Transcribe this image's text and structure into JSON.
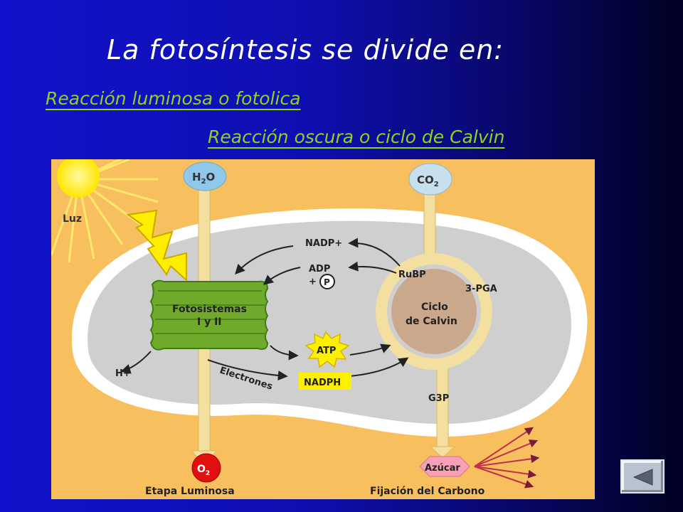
{
  "slide": {
    "title": "La fotosíntesis se divide en:",
    "links": [
      "Reacción luminosa o fotolica",
      "Reacción oscura o ciclo de Calvin"
    ]
  },
  "diagram": {
    "labels": {
      "luz": "Luz",
      "h2o_main": "H",
      "h2o_sub": "2",
      "h2o_end": "O",
      "co2_main": "CO",
      "co2_sub": "2",
      "nadp_plus": "NADP+",
      "adp": "ADP",
      "plus": "+",
      "p": "P",
      "rubp": "RuBP",
      "pga": "3-PGA",
      "fotosistemas_1": "Fotosistemas",
      "fotosistemas_2": "I y II",
      "ciclo_1": "Ciclo",
      "ciclo_2": "de Calvin",
      "atp": "ATP",
      "nadph": "NADPH",
      "h_plus": "H+",
      "electrones": "Electrones",
      "g3p": "G3P",
      "o2_main": "O",
      "o2_sub": "2",
      "azucar": "Azúcar",
      "etapa_luminosa": "Etapa Luminosa",
      "fijacion": "Fijación del Carbono"
    },
    "colors": {
      "background": "#f8bf5e",
      "stroma": "#cfcfcf",
      "membrane": "#ffffff",
      "photosystem": "#6faa2b",
      "calvin": "#c9a88c",
      "atp_star": "#ffef00",
      "o2": "#e01010",
      "h2o": "#8fc8e8",
      "sugar": "#f7a1b8",
      "arrows": "#7a1a3c"
    }
  },
  "nav": {
    "back_icon": "back-triangle-icon"
  }
}
